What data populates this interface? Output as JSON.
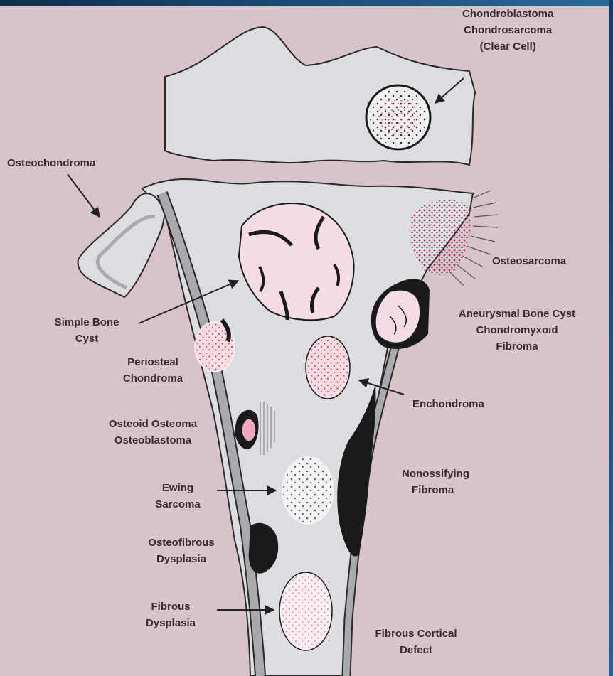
{
  "colors": {
    "background": "#d8c3c8",
    "bone": "#dcdde1",
    "cortex": "#a9aaae",
    "lesion_pink": "#f5dbe2",
    "dark_lesion": "#1a1a1a",
    "dot_magenta": "#b0306a"
  },
  "labels": {
    "chondroblastoma": [
      "Chondroblastoma",
      "Chondrosarcoma",
      "(Clear Cell)"
    ],
    "osteochondroma": "Osteochondroma",
    "osteosarcoma": "Osteosarcoma",
    "simple_bone_cyst": [
      "Simple Bone",
      "Cyst"
    ],
    "periosteal_chondroma": [
      "Periosteal",
      "Chondroma"
    ],
    "aneurysmal": [
      "Aneurysmal Bone Cyst",
      "Chondromyxoid",
      "Fibroma"
    ],
    "enchondroma": "Enchondroma",
    "osteoid_osteoma": [
      "Osteoid Osteoma",
      "Osteoblastoma"
    ],
    "nonossifying": [
      "Nonossifying",
      "Fibroma"
    ],
    "ewing": [
      "Ewing",
      "Sarcoma"
    ],
    "osteofibrous": [
      "Osteofibrous",
      "Dysplasia"
    ],
    "fibrous_dysplasia": [
      "Fibrous",
      "Dysplasia"
    ],
    "fibrous_cortical": [
      "Fibrous Cortical",
      "Defect"
    ]
  }
}
